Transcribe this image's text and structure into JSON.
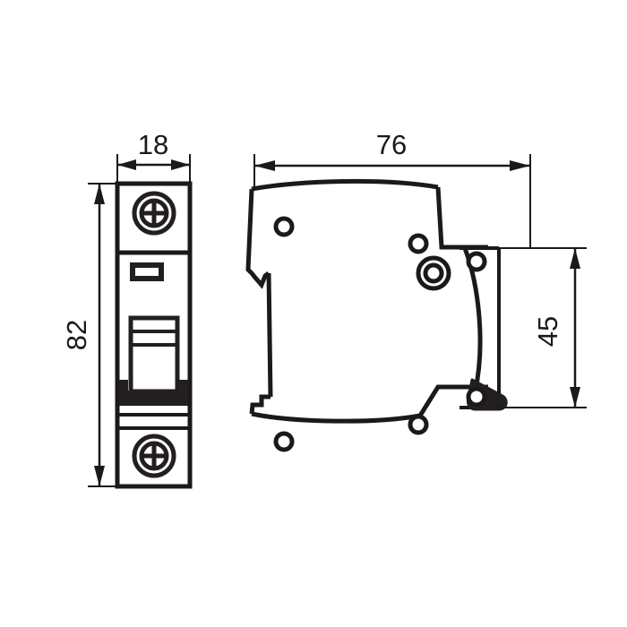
{
  "drawing": {
    "title": "Miniature circuit breaker dimensional drawing",
    "units": "mm",
    "line_color": "#1a1a1a",
    "fill_color": "#ffffff",
    "background_color": "#ffffff",
    "accent_color": "#231f20"
  },
  "dimensions": {
    "width": {
      "value": "18",
      "label": "18",
      "orientation": "horizontal",
      "view": "front"
    },
    "height": {
      "value": "82",
      "label": "82",
      "orientation": "vertical-rotated",
      "view": "front"
    },
    "depth": {
      "value": "76",
      "label": "76",
      "orientation": "horizontal",
      "view": "side"
    },
    "din_height": {
      "value": "45",
      "label": "45",
      "orientation": "vertical-rotated",
      "view": "side"
    }
  },
  "views": {
    "front": {
      "name": "front-view",
      "components": {
        "top_terminal_screw": "screw-cross-head",
        "indicator_window": "rectangular-indicator",
        "toggle_lever": "toggle-switch",
        "bottom_terminal_screw": "screw-cross-head"
      }
    },
    "side": {
      "name": "side-view",
      "components": {
        "pivot": "pivot-boss",
        "rivet_holes": 4,
        "din_rail_notch": "din-clip-notch",
        "lever": "operating-lever"
      }
    }
  }
}
